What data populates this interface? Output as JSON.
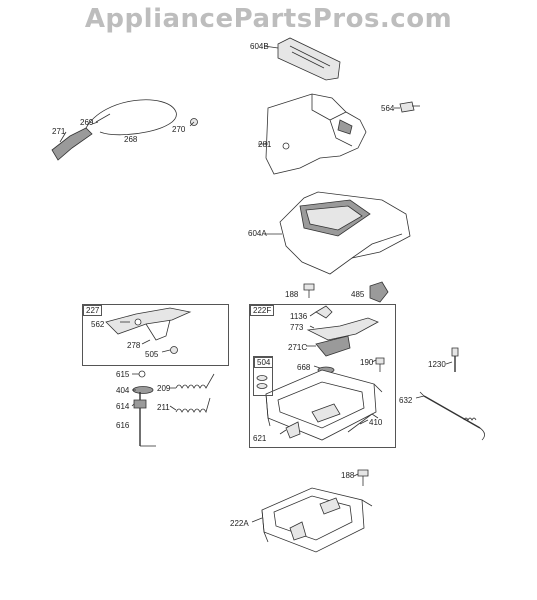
{
  "watermark": "AppliancePartsPros.com",
  "groups": {
    "g227": "227",
    "g222F": "222F",
    "g504": "504"
  },
  "labels": {
    "l604B": "604B",
    "l564": "564",
    "l281": "281",
    "l271": "271",
    "l269": "269",
    "l268": "268",
    "l270": "270",
    "l604A": "604A",
    "l188a": "188",
    "l485": "485",
    "l562": "562",
    "l278": "278",
    "l505": "505",
    "l1136": "1136",
    "l773": "773",
    "l271C": "271C",
    "l668": "668",
    "l190": "190",
    "l1230": "1230",
    "l615": "615",
    "l404": "404",
    "l209": "209",
    "l614": "614",
    "l211": "211",
    "l616": "616",
    "l632": "632",
    "l410": "410",
    "l621": "621",
    "l188b": "188",
    "l222A": "222A"
  }
}
